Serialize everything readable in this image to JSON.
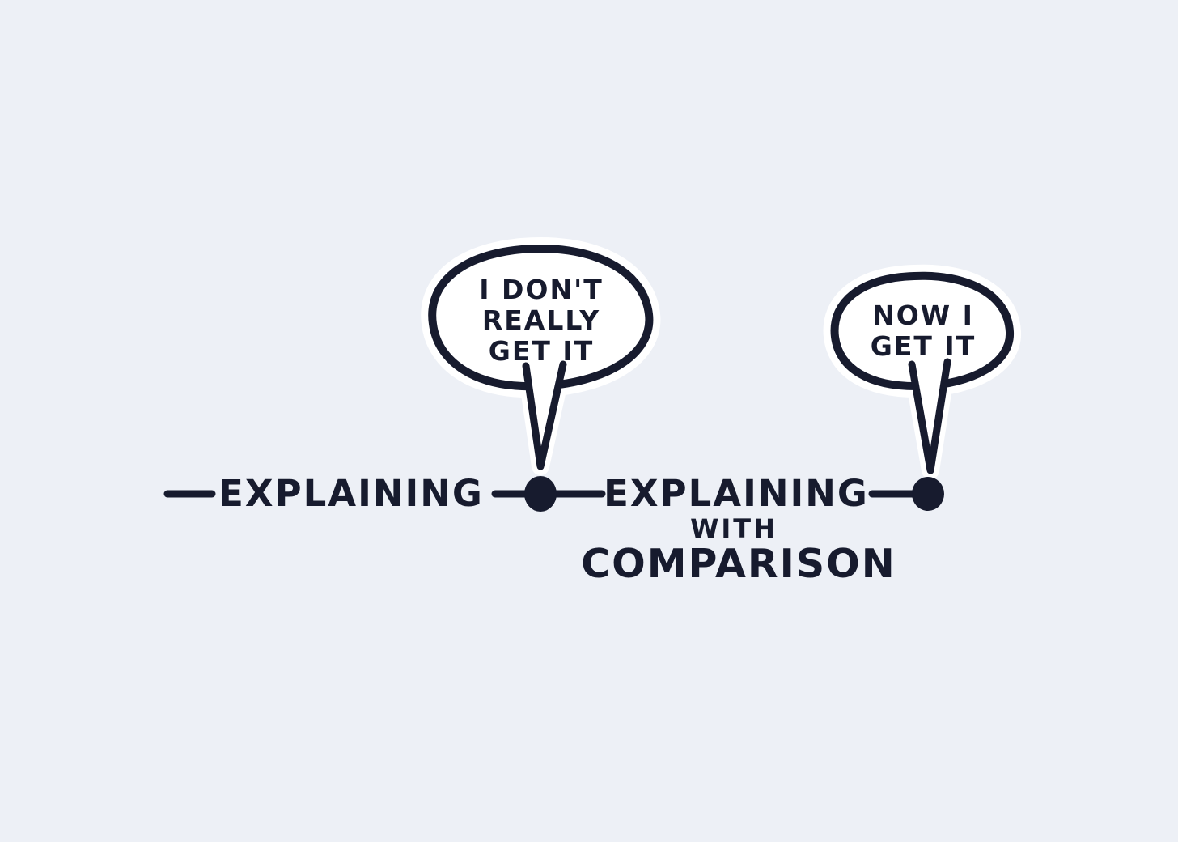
{
  "colors": {
    "bg": "#edf0f6",
    "ink": "#171b2e",
    "paper": "#ffffff"
  },
  "timeline": {
    "stage1": {
      "label": "EXPLAINING"
    },
    "stage2": {
      "label": "EXPLAINING",
      "sub1": "WITH",
      "sub2": "COMPARISON"
    }
  },
  "bubbles": [
    {
      "text": "I DON'T\nREALLY\nGET IT"
    },
    {
      "text": "NOW I\nGET IT"
    }
  ]
}
